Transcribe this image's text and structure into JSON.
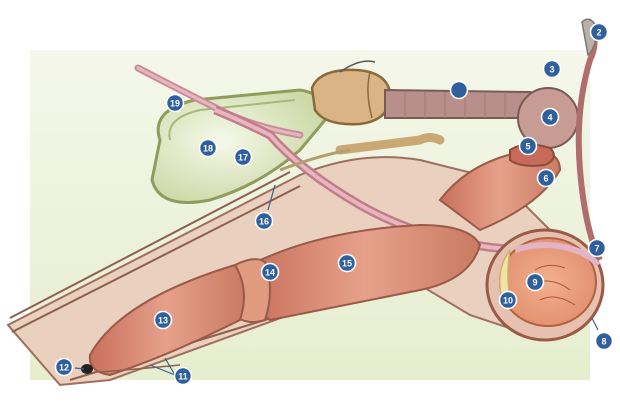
{
  "diagram": {
    "labels": [
      {
        "id": "label-1",
        "text": ""
      },
      {
        "id": "label-2",
        "text": "2"
      },
      {
        "id": "label-3",
        "text": "3"
      },
      {
        "id": "label-4",
        "text": "4"
      },
      {
        "id": "label-5",
        "text": "5"
      },
      {
        "id": "label-6",
        "text": "6"
      },
      {
        "id": "label-7",
        "text": "7"
      },
      {
        "id": "label-8",
        "text": "8"
      },
      {
        "id": "label-9",
        "text": "9"
      },
      {
        "id": "label-10",
        "text": "10"
      },
      {
        "id": "label-11",
        "text": "11"
      },
      {
        "id": "label-12",
        "text": "12"
      },
      {
        "id": "label-13",
        "text": "13"
      },
      {
        "id": "label-14",
        "text": "14"
      },
      {
        "id": "label-15",
        "text": "15"
      },
      {
        "id": "label-16",
        "text": "16"
      },
      {
        "id": "label-17",
        "text": "17"
      },
      {
        "id": "label-18",
        "text": "18"
      },
      {
        "id": "label-19",
        "text": "19"
      }
    ],
    "colors": {
      "background_band": "#eef3df",
      "body_wall": "#e9c7b3",
      "muscle": "#d98a73",
      "tube": "#d9a0a8",
      "bladder": "#e4ecc8",
      "prostate": "#d8b88a",
      "label_fill": "#2f5f9c"
    }
  }
}
